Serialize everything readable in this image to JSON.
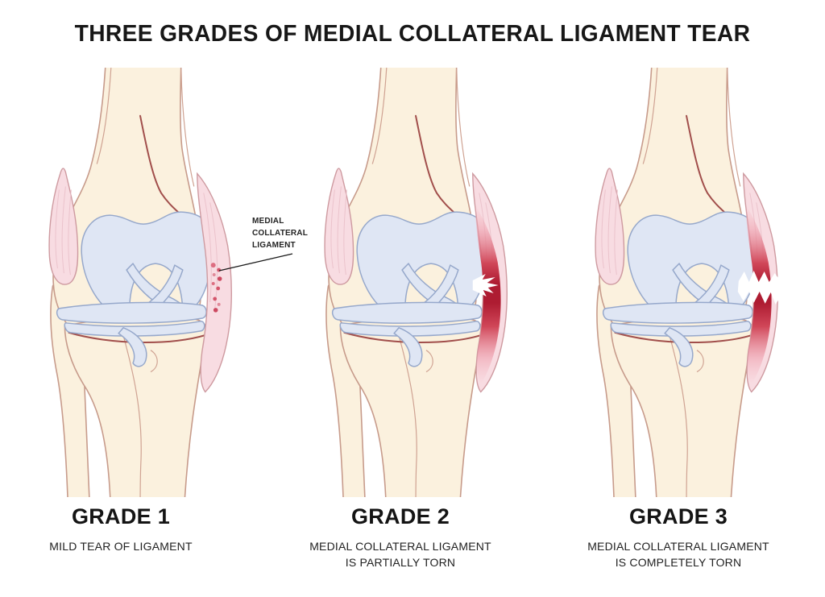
{
  "title": "THREE GRADES OF MEDIAL COLLATERAL LIGAMENT TEAR",
  "annotation": {
    "line1": "MEDIAL",
    "line2": "COLLATERAL",
    "line3": "LIGAMENT"
  },
  "panels": [
    {
      "id": "grade1",
      "grade": "GRADE 1",
      "desc_line1": "MILD TEAR OF LIGAMENT",
      "desc_line2": ""
    },
    {
      "id": "grade2",
      "grade": "GRADE 2",
      "desc_line1": "MEDIAL COLLATERAL LIGAMENT",
      "desc_line2": "IS PARTIALLY TORN"
    },
    {
      "id": "grade3",
      "grade": "GRADE 3",
      "desc_line1": "MEDIAL COLLATERAL LIGAMENT",
      "desc_line2": "IS COMPLETELY TORN"
    }
  ],
  "colors": {
    "background": "#FFFFFF",
    "bone_fill": "#FBF1DE",
    "bone_outline": "#C79B8B",
    "ridge_dark_red": "#A14E4B",
    "cartilage_fill": "#DFE6F4",
    "cartilage_outline": "#96A8CB",
    "ligament_pink": "#F8DCE2",
    "ligament_outline": "#CE9AA0",
    "injury_red_dark": "#AE1C32",
    "injury_red_mid": "#D04658",
    "injury_dot_red": "#CC4960",
    "tear_white": "#FFFFFF",
    "text_color": "#171717"
  }
}
